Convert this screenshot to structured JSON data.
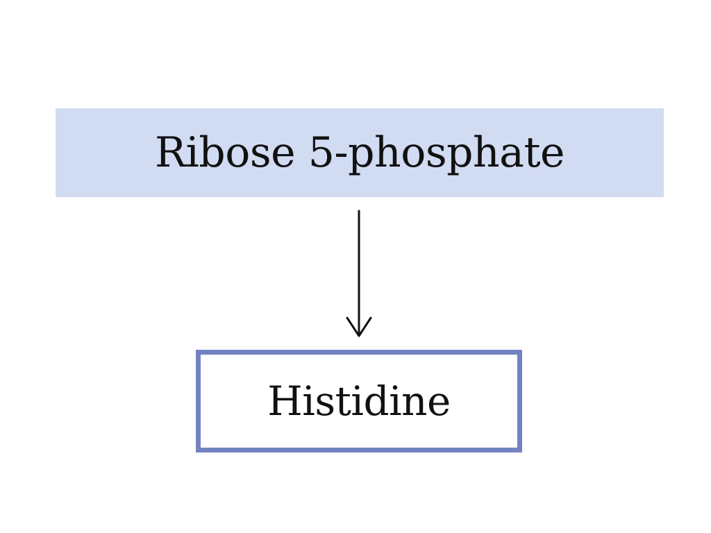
{
  "diagram": {
    "source": {
      "label": "Ribose 5-phosphate",
      "fill_color": "#d1dbf2"
    },
    "target": {
      "label": "Histidine",
      "border_color": "#7383c2"
    },
    "connector": {
      "from": "Ribose 5-phosphate",
      "to": "Histidine",
      "style": "arrow-down",
      "color": "#111111"
    }
  }
}
